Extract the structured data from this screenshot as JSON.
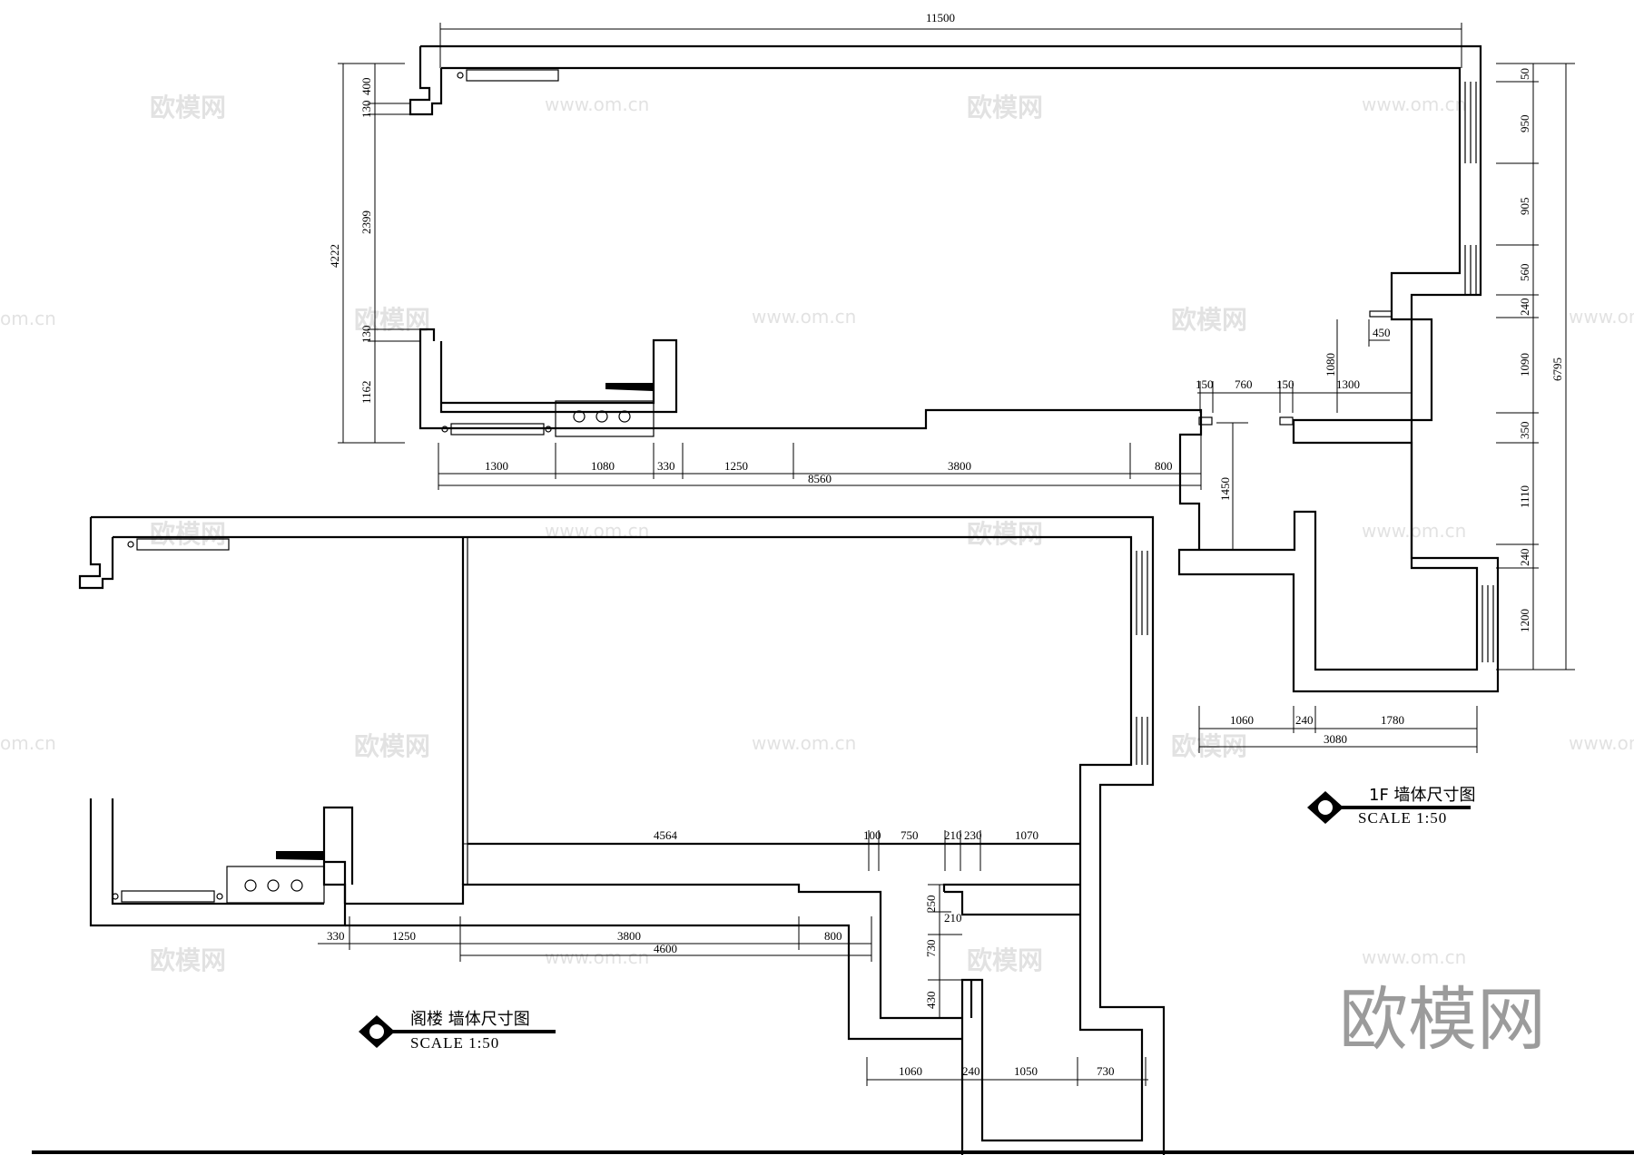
{
  "plan_1f": {
    "title": "1F  墙体尺寸图",
    "scale": "SCALE   1:50",
    "dims": {
      "top_total": "11500",
      "left_400": "400",
      "left_130a": "130",
      "left_2399": "2399",
      "left_4222": "4222",
      "left_130b": "130",
      "left_1162": "1162",
      "right_50": "50",
      "right_950": "950",
      "right_905": "905",
      "right_560": "560",
      "right_240a": "240",
      "right_1090": "1090",
      "right_350": "350",
      "right_1110": "1110",
      "right_240b": "240",
      "right_1200": "1200",
      "right_6795": "6795",
      "b_1300": "1300",
      "b_1080": "1080",
      "b_330": "330",
      "b_1250": "1250",
      "b_3800": "3800",
      "b_800": "800",
      "b_8560": "8560",
      "m_450": "450",
      "m_150a": "150",
      "m_760": "760",
      "m_150b": "150",
      "m_1080": "1080",
      "m_1300": "1300",
      "m_1450": "1450",
      "low_1060": "1060",
      "low_240": "240",
      "low_1780": "1780",
      "low_3080": "3080"
    }
  },
  "plan_attic": {
    "title": "阁楼  墙体尺寸图",
    "scale": "SCALE   1:50",
    "dims": {
      "t_4564": "4564",
      "t_100": "100",
      "t_750": "750",
      "t_210a": "210",
      "t_230": "230",
      "t_1070": "1070",
      "v_250": "250",
      "v_210": "210",
      "v_730": "730",
      "v_430": "430",
      "b_330": "330",
      "b_1250": "1250",
      "b_3800": "3800",
      "b_800": "800",
      "b_4600": "4600",
      "l_1060": "1060",
      "l_240": "240",
      "l_1050": "1050",
      "l_730": "730"
    }
  },
  "watermark": {
    "brand": "欧模网",
    "url": "www.om.cn",
    "url_cut": "om.cn"
  }
}
